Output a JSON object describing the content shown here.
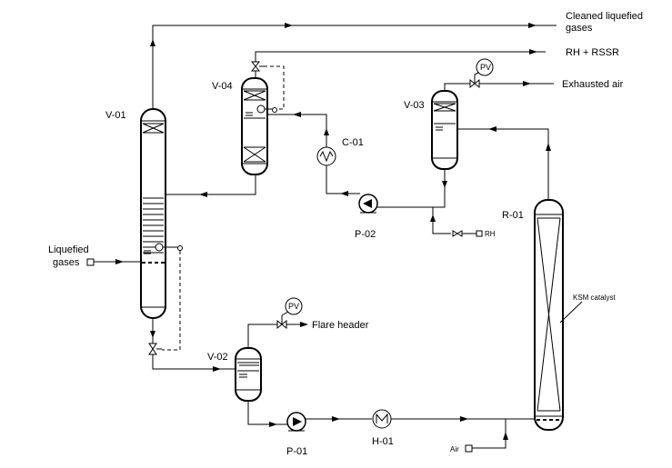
{
  "equipment": {
    "v01": "V-01",
    "v02": "V-02",
    "v03": "V-03",
    "v04": "V-04",
    "c01": "C-01",
    "r01": "R-01",
    "p01": "P-01",
    "p02": "P-02",
    "h01": "H-01"
  },
  "streams": {
    "cleaned_line1": "Cleaned liquefied",
    "cleaned_line2": "gases",
    "rh_rssr": "RH + RSSR",
    "exhausted_air": "Exhausted air",
    "liquefied_line1": "Liquefied",
    "liquefied_line2": "gases",
    "flare_header": "Flare header",
    "rh": "RH",
    "air": "Air"
  },
  "instruments": {
    "pv": "PV"
  },
  "annotations": {
    "ksm_catalyst": "KSM catalyst"
  }
}
